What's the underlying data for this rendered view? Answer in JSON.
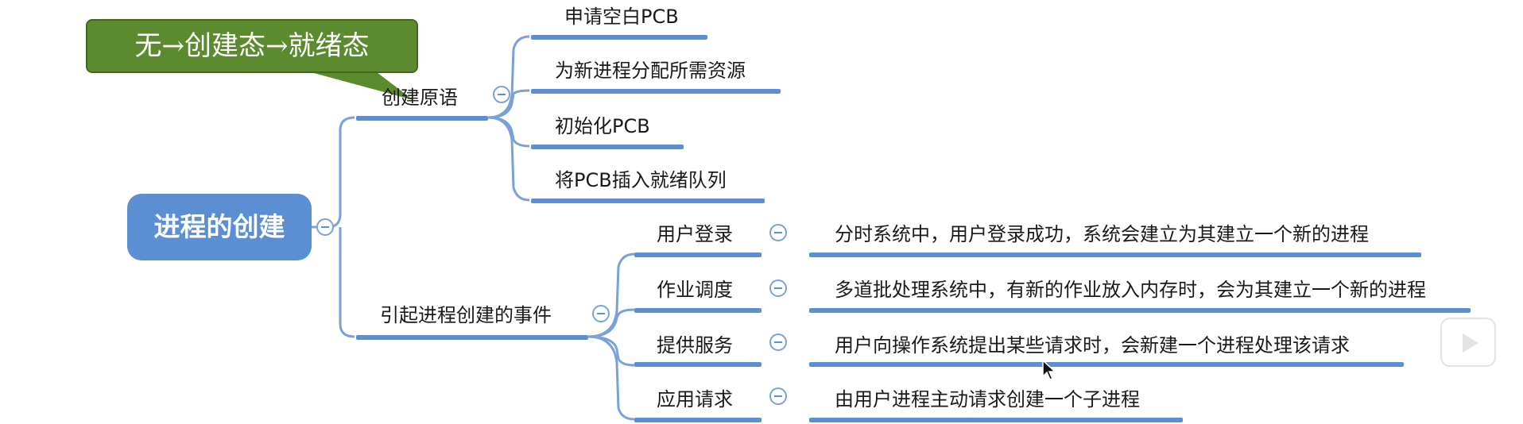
{
  "root": {
    "label": "进程的创建"
  },
  "callout": {
    "text": "无→创建态→就绪态"
  },
  "branches": [
    {
      "label": "创建原语",
      "children": [
        {
          "label": "申请空白PCB"
        },
        {
          "label": "为新进程分配所需资源"
        },
        {
          "label": "初始化PCB"
        },
        {
          "label": "将PCB插入就绪队列"
        }
      ]
    },
    {
      "label": "引起进程创建的事件",
      "children": [
        {
          "label": "用户登录",
          "detail": "分时系统中，用户登录成功，系统会建立为其建立一个新的进程"
        },
        {
          "label": "作业调度",
          "detail": "多道批处理系统中，有新的作业放入内存时，会为其建立一个新的进程"
        },
        {
          "label": "提供服务",
          "detail": "用户向操作系统提出某些请求时，会新建一个进程处理该请求"
        },
        {
          "label": "应用请求",
          "detail": "由用户进程主动请求创建一个子进程"
        }
      ]
    }
  ],
  "colors": {
    "branch": "#5b8ed2",
    "connector": "#7aa2d6",
    "callout": "#5c8a2e"
  },
  "icons": {
    "collapse": "minus-circle-icon",
    "cursor": "mouse-pointer-icon",
    "play": "play-icon"
  }
}
